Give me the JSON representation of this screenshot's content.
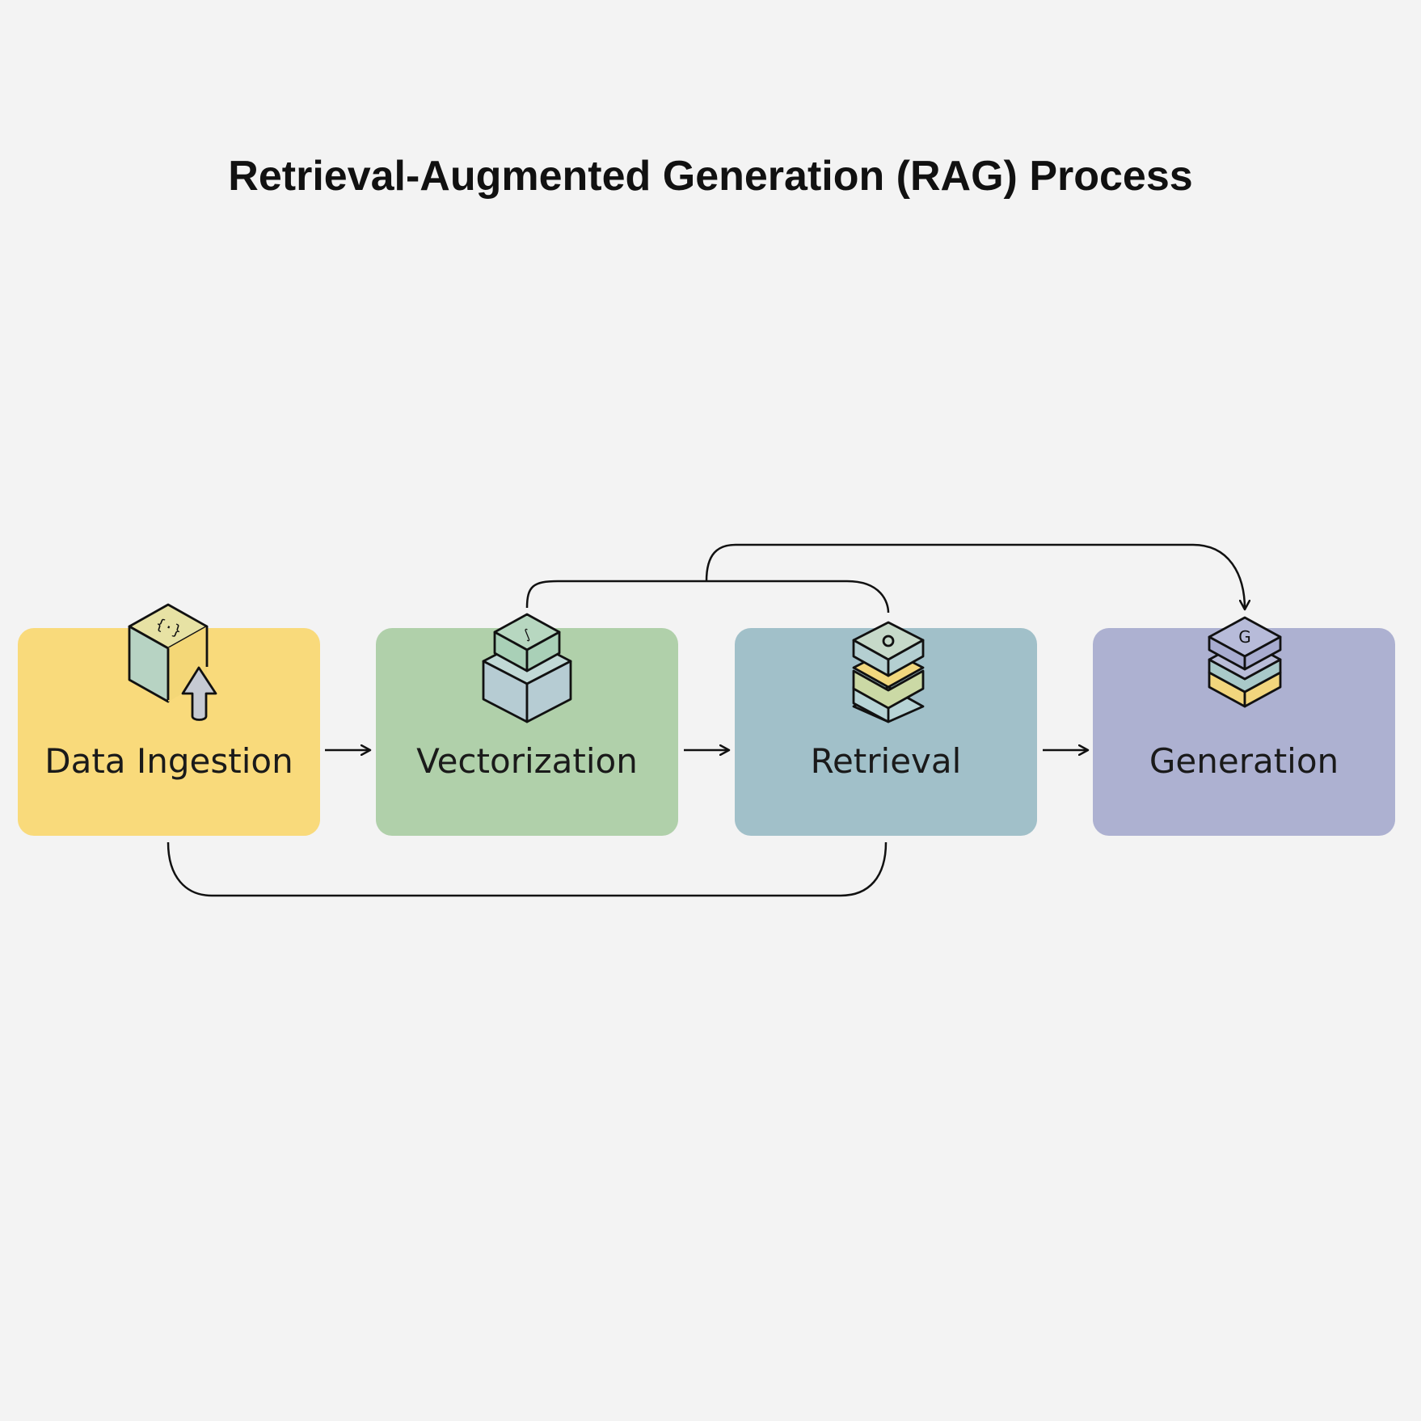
{
  "title": "Retrieval-Augmented Generation (RAG) Process",
  "stages": [
    {
      "label": "Data Ingestion",
      "icon": "cube-upload-icon",
      "color": "#f9da7b"
    },
    {
      "label": "Vectorization",
      "icon": "stacked-boxes-icon",
      "color": "#b0d0aa"
    },
    {
      "label": "Retrieval",
      "icon": "layered-stack-search-icon",
      "color": "#a1c0c9"
    },
    {
      "label": "Generation",
      "icon": "layered-stack-g-icon",
      "color": "#adb1d1"
    }
  ],
  "icon_glyphs": {
    "data_ingestion": "{·}",
    "vectorization": "∫",
    "retrieval": "o",
    "generation": "G"
  },
  "connectors": [
    {
      "from": "Data Ingestion",
      "to": "Vectorization",
      "type": "arrow"
    },
    {
      "from": "Vectorization",
      "to": "Retrieval",
      "type": "arrow"
    },
    {
      "from": "Retrieval",
      "to": "Generation",
      "type": "arrow"
    },
    {
      "from": "Vectorization",
      "to": "Retrieval",
      "type": "bracket-top"
    },
    {
      "from": "Vectorization+Retrieval",
      "to": "Generation",
      "type": "bracket-arrow-top"
    },
    {
      "from": "Data Ingestion",
      "to": "Retrieval",
      "type": "bracket-bottom"
    }
  ],
  "line_color": "#111111",
  "background": "#f3f3f3"
}
